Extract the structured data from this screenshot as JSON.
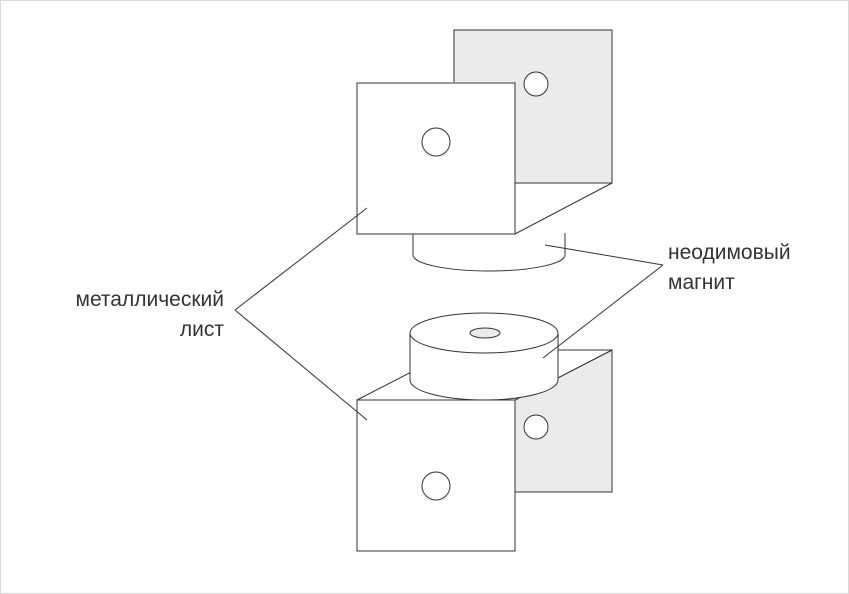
{
  "labels": {
    "metal_sheet": {
      "line1": "металлический",
      "line2": "лист"
    },
    "neodymium_magnet": {
      "line1": "неодимовый",
      "line2": "магнит"
    }
  },
  "colors": {
    "stroke": "#333333",
    "face_fill": "#ffffff",
    "side_fill": "#ebebeb",
    "text": "#333333",
    "border": "#d9d9d9"
  }
}
